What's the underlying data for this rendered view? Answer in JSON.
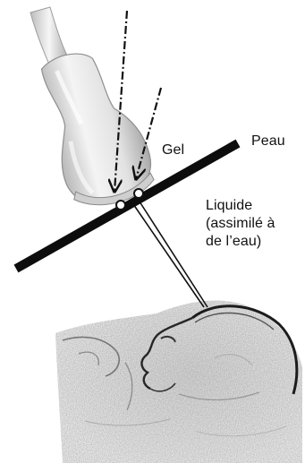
{
  "labels": {
    "gel": "Gel",
    "skin": "Peau",
    "liquid": [
      "Liquide",
      "(assimilé à",
      "de l’eau)"
    ]
  },
  "colors": {
    "ink": "#111111",
    "probe_body": "#e6e6e6",
    "probe_highlight": "#fafafa",
    "probe_shadow": "#b5b5b5",
    "skin_line": "#0d0d0d",
    "ultrasound_image": "#2a2a2a"
  },
  "icons": {
    "probe": "ultrasound-probe-icon",
    "skin": "skin-surface-line",
    "image": "fetal-ultrasound-image"
  }
}
